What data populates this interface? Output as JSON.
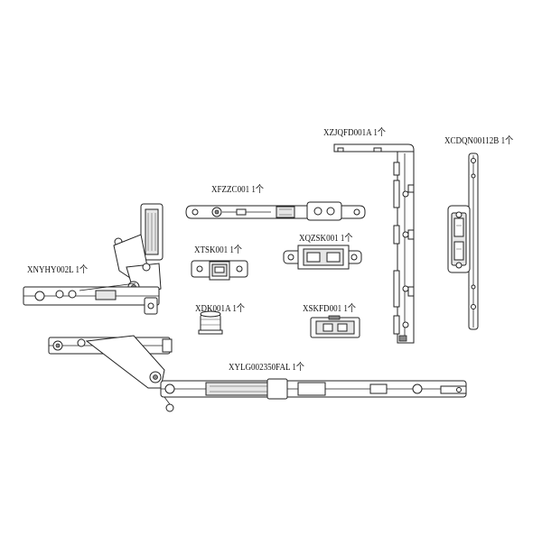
{
  "parts": [
    {
      "id": "xzjqfd",
      "code": "XZJQFD001A",
      "qty": "1个"
    },
    {
      "id": "xcdqn",
      "code": "XCDQN00112B",
      "qty": "1个"
    },
    {
      "id": "xfzzc",
      "code": "XFZZC001",
      "qty": "1个"
    },
    {
      "id": "xtsk",
      "code": "XTSK001",
      "qty": "1个"
    },
    {
      "id": "xqzsk",
      "code": "XQZSK001",
      "qty": "1个"
    },
    {
      "id": "xnyhy",
      "code": "XNYHY002L",
      "qty": "1个"
    },
    {
      "id": "xdk",
      "code": "XDK001A",
      "qty": "1个"
    },
    {
      "id": "xskfd",
      "code": "XSKFD001",
      "qty": "1个"
    },
    {
      "id": "xylg",
      "code": "XYLG002350FAL",
      "qty": "1个"
    }
  ]
}
